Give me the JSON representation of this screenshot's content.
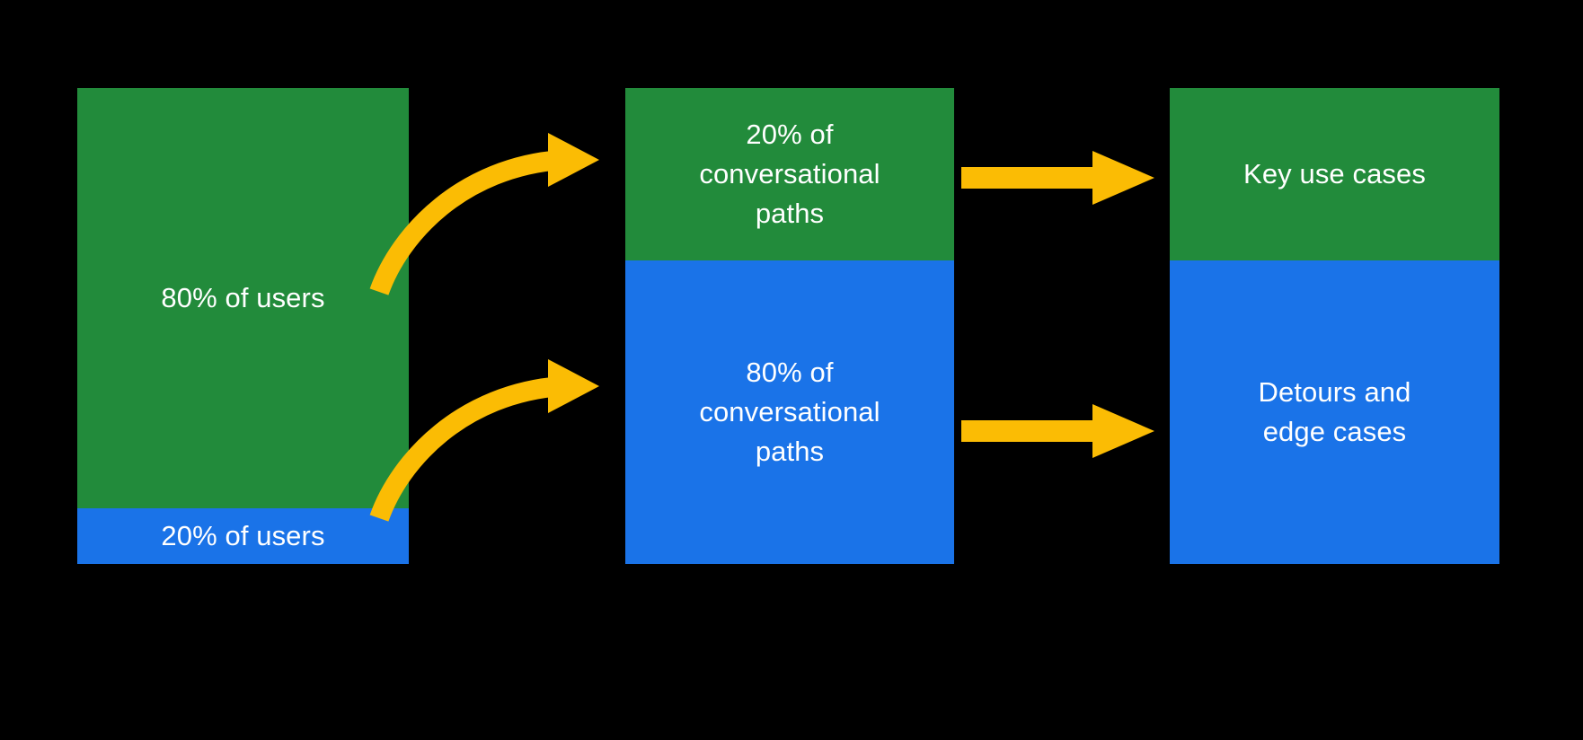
{
  "diagram": {
    "title": "80/20 conversational design funnel",
    "background_color": "#000000",
    "colors": {
      "green": "#228B3B",
      "blue": "#1A73E8",
      "arrow": "#FBBC04",
      "text": "#FFFFFF"
    },
    "columns": [
      {
        "name": "users",
        "segments": [
          {
            "id": "users-majority",
            "color": "green",
            "label": "80% of users"
          },
          {
            "id": "users-minority",
            "color": "blue",
            "label": "20% of users"
          }
        ]
      },
      {
        "name": "conversational-paths",
        "segments": [
          {
            "id": "paths-minority",
            "color": "green",
            "label": "20% of\nconversational\npaths"
          },
          {
            "id": "paths-majority",
            "color": "blue",
            "label": "80% of\nconversational\npaths"
          }
        ]
      },
      {
        "name": "outcomes",
        "segments": [
          {
            "id": "outcome-key",
            "color": "green",
            "label": "Key use cases"
          },
          {
            "id": "outcome-detours",
            "color": "blue",
            "label": "Detours and\nedge cases"
          }
        ]
      }
    ],
    "connectors": [
      {
        "id": "curve-top",
        "style": "curved",
        "icon": "curved-arrow-icon",
        "color": "#FBBC04",
        "from": "users-minority",
        "to": "paths-minority"
      },
      {
        "id": "curve-bottom",
        "style": "curved",
        "icon": "curved-arrow-icon",
        "color": "#FBBC04",
        "from": "users-majority",
        "to": "paths-majority"
      },
      {
        "id": "straight-top",
        "style": "straight",
        "icon": "straight-arrow-icon",
        "color": "#FBBC04",
        "from": "paths-minority",
        "to": "outcome-key"
      },
      {
        "id": "straight-bottom",
        "style": "straight",
        "icon": "straight-arrow-icon",
        "color": "#FBBC04",
        "from": "paths-majority",
        "to": "outcome-detours"
      }
    ]
  }
}
